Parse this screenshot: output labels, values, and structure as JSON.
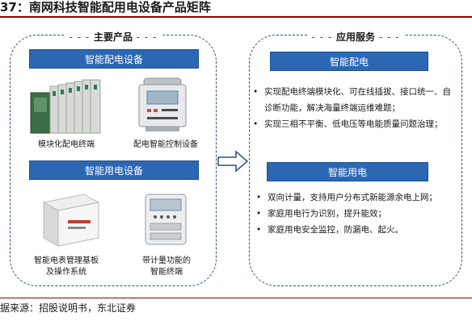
{
  "figure": {
    "title": "37：南网科技智能配用电设备产品矩阵"
  },
  "source": "据来源：招股说明书，东北证券",
  "left_panel": {
    "header": "主要产品",
    "dist_bar": "智能配电设备",
    "dist_items": [
      {
        "caption": "模块化配电终端"
      },
      {
        "caption": "配电智能控制设备"
      }
    ],
    "use_bar": "智能用电设备",
    "use_items": [
      {
        "caption_line1": "智能电表管理基板",
        "caption_line2": "及操作系统"
      },
      {
        "caption_line1": "带计量功能的",
        "caption_line2": "智能终端"
      }
    ]
  },
  "right_panel": {
    "header": "应用服务",
    "dist_bar": "智能配电",
    "dist_bullets": [
      "实现配电终端模块化、可在线插拔、接口统一、自诊断功能，解决海量终端运维难题；",
      "实现三相不平衡、低电压等电能质量问题治理；"
    ],
    "use_bar": "智能用电",
    "use_bullets": [
      "双向计量，支持用户分布式新能源余电上网；",
      "家庭用电行为识别，提升能效；",
      "家庭用电安全监控，防漏电、起火。"
    ]
  }
}
